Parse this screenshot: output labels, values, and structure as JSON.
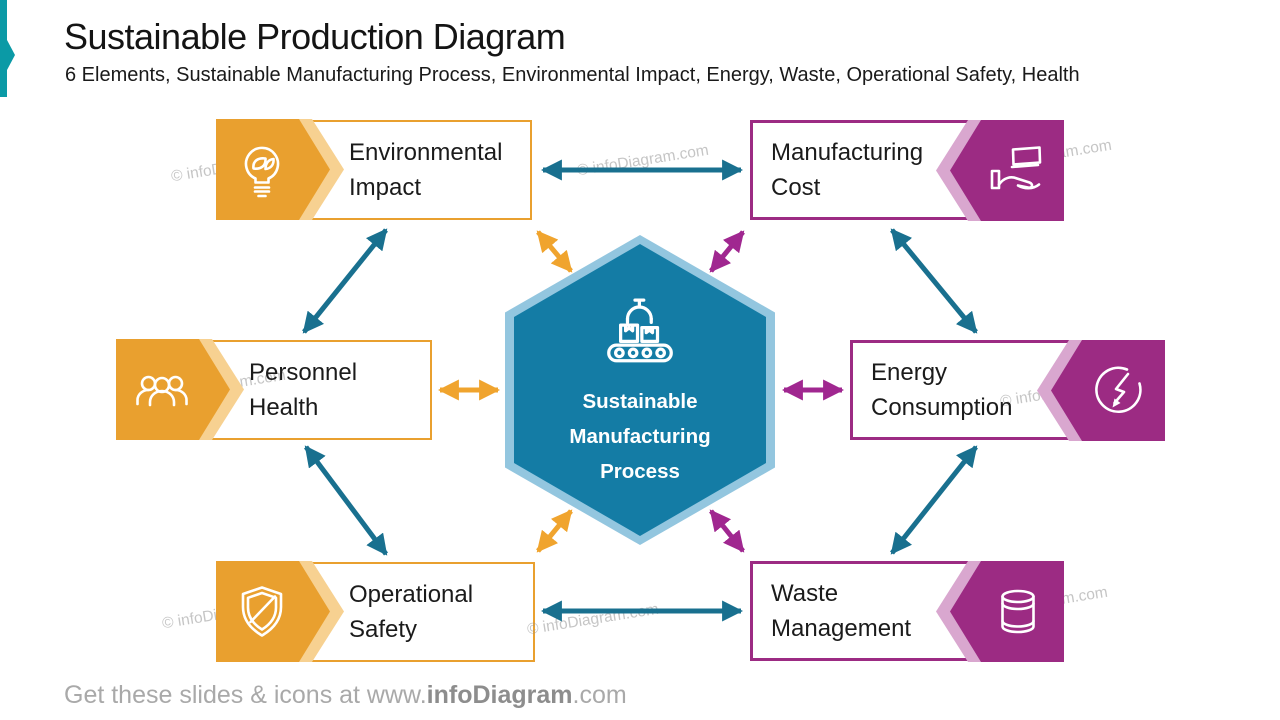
{
  "slide": {
    "title": "Sustainable Production Diagram",
    "subtitle": "6 Elements, Sustainable Manufacturing Process, Environmental Impact, Energy, Waste, Operational Safety, Health"
  },
  "center": {
    "icon": "conveyor-belt-icon",
    "line1": "Sustainable",
    "line2": "Manufacturing",
    "line3": "Process"
  },
  "nodes": [
    {
      "id": "environmental-impact",
      "line1": "Environmental",
      "line2": "Impact",
      "icon": "eco-bulb-icon",
      "side": "left",
      "accent": "#E9A02F",
      "accent_light": "#F7D191"
    },
    {
      "id": "manufacturing-cost",
      "line1": "Manufacturing",
      "line2": "Cost",
      "icon": "money-hand-icon",
      "side": "right",
      "accent": "#9C2B83",
      "accent_light": "#D9A7CF"
    },
    {
      "id": "personnel-health",
      "line1": "Personnel",
      "line2": "Health",
      "icon": "people-icon",
      "side": "left",
      "accent": "#E9A02F",
      "accent_light": "#F7D191"
    },
    {
      "id": "energy-consumption",
      "line1": "Energy",
      "line2": "Consumption",
      "icon": "energy-cycle-icon",
      "side": "right",
      "accent": "#9C2B83",
      "accent_light": "#D9A7CF"
    },
    {
      "id": "operational-safety",
      "line1": "Operational",
      "line2": "Safety",
      "icon": "safety-shield-icon",
      "side": "left",
      "accent": "#E9A02F",
      "accent_light": "#F7D191"
    },
    {
      "id": "waste-management",
      "line1": "Waste",
      "line2": "Management",
      "icon": "waste-barrel-icon",
      "side": "right",
      "accent": "#9C2B83",
      "accent_light": "#D9A7CF"
    }
  ],
  "connections": [
    {
      "from": "environmental-impact",
      "to": "manufacturing-cost",
      "color": "#19708F",
      "style": "double-arrow"
    },
    {
      "from": "environmental-impact",
      "to": "personnel-health",
      "color": "#19708F",
      "style": "double-arrow"
    },
    {
      "from": "manufacturing-cost",
      "to": "energy-consumption",
      "color": "#19708F",
      "style": "double-arrow"
    },
    {
      "from": "personnel-health",
      "to": "operational-safety",
      "color": "#19708F",
      "style": "double-arrow"
    },
    {
      "from": "energy-consumption",
      "to": "waste-management",
      "color": "#19708F",
      "style": "double-arrow"
    },
    {
      "from": "operational-safety",
      "to": "waste-management",
      "color": "#19708F",
      "style": "double-arrow"
    },
    {
      "from": "environmental-impact",
      "to": "center",
      "color": "#F0A42E",
      "style": "double-arrow"
    },
    {
      "from": "personnel-health",
      "to": "center",
      "color": "#F0A42E",
      "style": "double-arrow"
    },
    {
      "from": "operational-safety",
      "to": "center",
      "color": "#F0A42E",
      "style": "double-arrow"
    },
    {
      "from": "manufacturing-cost",
      "to": "center",
      "color": "#A02790",
      "style": "double-arrow"
    },
    {
      "from": "energy-consumption",
      "to": "center",
      "color": "#A02790",
      "style": "double-arrow"
    },
    {
      "from": "waste-management",
      "to": "center",
      "color": "#A02790",
      "style": "double-arrow"
    }
  ],
  "footer": {
    "prefix": "Get these slides & icons at www.",
    "brand": "infoDiagram",
    "suffix": ".com"
  },
  "watermark": {
    "text": "© infoDiagram.com"
  },
  "colors": {
    "accent_teal": "#0B9AA6",
    "arrow_teal": "#19708F",
    "arrow_orange": "#F0A42E",
    "arrow_magenta": "#A02790",
    "orange": "#E9A02F",
    "orange_light": "#F7D191",
    "magenta": "#9C2B83",
    "magenta_light": "#D9A7CF",
    "hexagon_fill": "#147CA5",
    "hexagon_border": "#93C6DF",
    "title_text": "#141414",
    "footer_gray": "#A9A9A9"
  }
}
